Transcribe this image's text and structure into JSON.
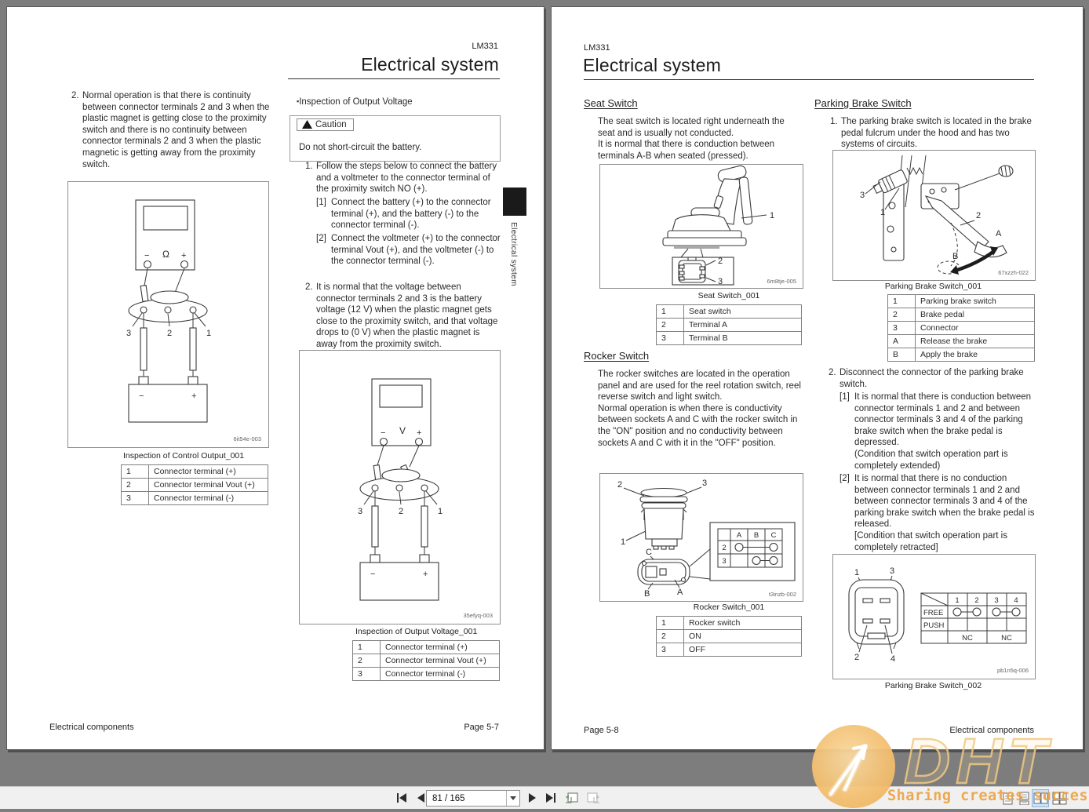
{
  "colors": {
    "watermark_orange": "#eea03c",
    "watermark_outline": "#f0c983",
    "selection_blue": "#cfe2f5",
    "page_bg": "#ffffff",
    "app_bg": "#7d7d7d"
  },
  "glyphs": {
    "bullet": "▪",
    "n1": "1",
    "n2": "2",
    "n3": "3",
    "n4": "4",
    "A": "A",
    "B": "B",
    "C": "C",
    "plus": "+",
    "minus": "−",
    "ohm": "Ω",
    "volt": "V",
    "free": "FREE",
    "push": "PUSH",
    "nc": "NC"
  },
  "left_page": {
    "model": "LM331",
    "title": "Electrical system",
    "side_tab": "Electrical system",
    "step2": {
      "num": "2.",
      "text": "Normal operation is that there is continuity between connector terminals 2 and 3 when the plastic magnet is getting close to the proximity switch and there is no continuity between connector terminals 2 and 3 when the plastic magnetic is getting away from the proximity switch."
    },
    "fig_control": {
      "code": "6it54e-003",
      "caption": "Inspection of Control Output_001"
    },
    "table_control": {
      "rows": [
        {
          "k": "1",
          "v": "Connector terminal (+)"
        },
        {
          "k": "2",
          "v": "Connector terminal Vout (+)"
        },
        {
          "k": "3",
          "v": "Connector terminal (-)"
        }
      ]
    },
    "output_heading": "Inspection of Output Voltage",
    "caution": {
      "label": "Caution",
      "text": "Do not short-circuit the battery."
    },
    "step1": {
      "num": "1.",
      "text": "Follow the steps below to connect the battery and a voltmeter to the connector terminal of the proximity switch NO (+)."
    },
    "sub1": {
      "num": "[1]",
      "text": "Connect the battery (+) to the connector terminal (+), and the battery (-) to the connector terminal (-)."
    },
    "sub2": {
      "num": "[2]",
      "text": "Connect the voltmeter (+) to the connector terminal Vout (+), and the voltmeter (-) to the connector terminal (-)."
    },
    "step2b": {
      "num": "2.",
      "text": "It is normal that the voltage between connector terminals 2 and 3 is the battery voltage (12 V) when the plastic magnet gets close to the proximity switch, and that voltage drops to (0 V) when the plastic magnet is away from the proximity switch."
    },
    "fig_output": {
      "code": "35efyq-003",
      "caption": "Inspection of Output Voltage_001"
    },
    "table_output": {
      "rows": [
        {
          "k": "1",
          "v": "Connector terminal (+)"
        },
        {
          "k": "2",
          "v": "Connector terminal Vout (+)"
        },
        {
          "k": "3",
          "v": "Connector terminal (-)"
        }
      ]
    },
    "footer_left": "Electrical components",
    "footer_right": "Page 5-7"
  },
  "right_page": {
    "model": "LM331",
    "title": "Electrical system",
    "seat": {
      "heading": "Seat Switch",
      "body": "The seat switch is located right underneath the seat and is usually not conducted.\nIt is normal that there is conduction between terminals A-B when seated (pressed).",
      "fig_code": "6m8tje-005",
      "fig_caption": "Seat Switch_001",
      "rows": [
        {
          "k": "1",
          "v": "Seat switch"
        },
        {
          "k": "2",
          "v": "Terminal A"
        },
        {
          "k": "3",
          "v": "Terminal B"
        }
      ]
    },
    "rocker": {
      "heading": "Rocker Switch",
      "body": "The rocker switches are located in the operation panel and are used for the reel rotation switch, reel reverse switch and light switch.\nNormal operation is when there is conductivity between sockets A and C with the rocker switch in the \"ON\" position and no conductivity between sockets A and C with it in the \"OFF\" position.",
      "fig_code": "t3inzb-002",
      "fig_caption": "Rocker Switch_001",
      "rows": [
        {
          "k": "1",
          "v": "Rocker switch"
        },
        {
          "k": "2",
          "v": "ON"
        },
        {
          "k": "3",
          "v": "OFF"
        }
      ]
    },
    "parking": {
      "heading": "Parking Brake Switch",
      "step1": {
        "num": "1.",
        "text": "The parking brake switch is located in the brake pedal fulcrum under the hood and has two systems of circuits."
      },
      "fig1_code": "67xzzh-022",
      "fig1_caption": "Parking Brake Switch_001",
      "rows": [
        {
          "k": "1",
          "v": "Parking brake switch"
        },
        {
          "k": "2",
          "v": "Brake pedal"
        },
        {
          "k": "3",
          "v": "Connector"
        },
        {
          "k": "A",
          "v": "Release the brake"
        },
        {
          "k": "B",
          "v": "Apply the brake"
        }
      ],
      "step2": {
        "num": "2.",
        "text": "Disconnect the connector of the parking brake switch."
      },
      "sub1": {
        "num": "[1]",
        "text": "It is normal that there is conduction between connector terminals 1 and 2 and between connector terminals 3 and 4 of the parking brake switch when the brake pedal is depressed.\n(Condition that switch operation part is completely extended)"
      },
      "sub2": {
        "num": "[2]",
        "text": "It is normal that there is no conduction between connector terminals 1 and 2 and between connector terminals 3 and 4 of the parking brake switch when the brake pedal is released.\n[Condition that switch operation part is completely retracted]"
      },
      "fig2_code": "pb1n5q-006",
      "fig2_caption": "Parking Brake Switch_002"
    },
    "footer_left": "Page 5-8",
    "footer_right": "Electrical components"
  },
  "toolbar": {
    "page_field": "81 / 165"
  },
  "watermark": {
    "brand": "DHT",
    "slogan": "Sharing creates success"
  }
}
